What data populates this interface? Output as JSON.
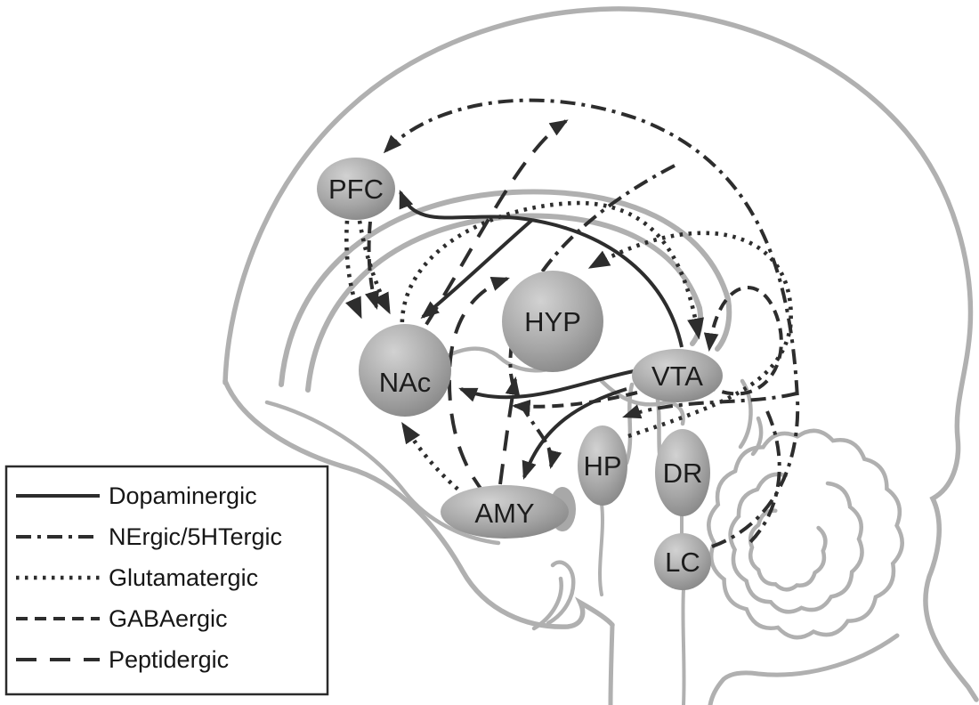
{
  "figure": {
    "description": "Sagittal brain schematic of reward-related neurotransmitter pathways",
    "background_color": "#ffffff",
    "brain_outline_color": "#b0b0b0",
    "pathway_color": "#2d2d2d",
    "node_fill_center": "#d2d2d2",
    "node_fill_edge": "#7d7d7d",
    "label_color": "#1c1c1c",
    "nodes": [
      {
        "id": "pfc",
        "label": "PFC"
      },
      {
        "id": "hyp",
        "label": "HYP"
      },
      {
        "id": "nac",
        "label": "NAc"
      },
      {
        "id": "vta",
        "label": "VTA"
      },
      {
        "id": "hp",
        "label": "HP"
      },
      {
        "id": "dr",
        "label": "DR"
      },
      {
        "id": "lc",
        "label": "LC"
      },
      {
        "id": "amy",
        "label": "AMY"
      }
    ],
    "legend": {
      "items": [
        {
          "style": "solid",
          "label": "Dopaminergic"
        },
        {
          "style": "dash-dot",
          "label": "NErgic/5HTergic"
        },
        {
          "style": "dotted",
          "label": "Glutamatergic"
        },
        {
          "style": "dashed",
          "label": "GABAergic"
        },
        {
          "style": "long-dash",
          "label": "Peptidergic"
        }
      ]
    },
    "connections": [
      {
        "from": "VTA",
        "to": "PFC",
        "type": "Dopaminergic"
      },
      {
        "from": "VTA",
        "to": "NAc",
        "type": "Dopaminergic"
      },
      {
        "from": "VTA",
        "to": "NAc",
        "type": "Dopaminergic"
      },
      {
        "from": "VTA",
        "to": "AMY",
        "type": "Dopaminergic"
      },
      {
        "from": "LC/DR",
        "to": "PFC",
        "type": "NErgic/5HTergic"
      },
      {
        "from": "LC/DR",
        "to": "HP",
        "type": "NErgic/5HTergic"
      },
      {
        "from": "LC/DR",
        "to": "AMY",
        "type": "NErgic/5HTergic"
      },
      {
        "from": "PFC",
        "to": "NAc",
        "type": "Glutamatergic"
      },
      {
        "from": "PFC",
        "to": "NAc",
        "type": "Glutamatergic"
      },
      {
        "from": "AMY",
        "to": "NAc",
        "type": "Glutamatergic"
      },
      {
        "from": "HP",
        "to": "HYP",
        "type": "Glutamatergic"
      },
      {
        "from": "NAc region",
        "to": "VTA",
        "type": "Glutamatergic"
      },
      {
        "from": "PFC",
        "to": "NAc",
        "type": "GABAergic"
      },
      {
        "from": "loop",
        "to": "VTA",
        "type": "GABAergic"
      },
      {
        "from": "VTA",
        "to": "lateral",
        "type": "GABAergic"
      },
      {
        "from": "NAc",
        "to": "dorsal arc",
        "type": "Peptidergic"
      },
      {
        "from": "AMY",
        "to": "HYP",
        "type": "Peptidergic"
      },
      {
        "from": "AMY",
        "to": "HYP",
        "type": "Peptidergic"
      }
    ]
  }
}
